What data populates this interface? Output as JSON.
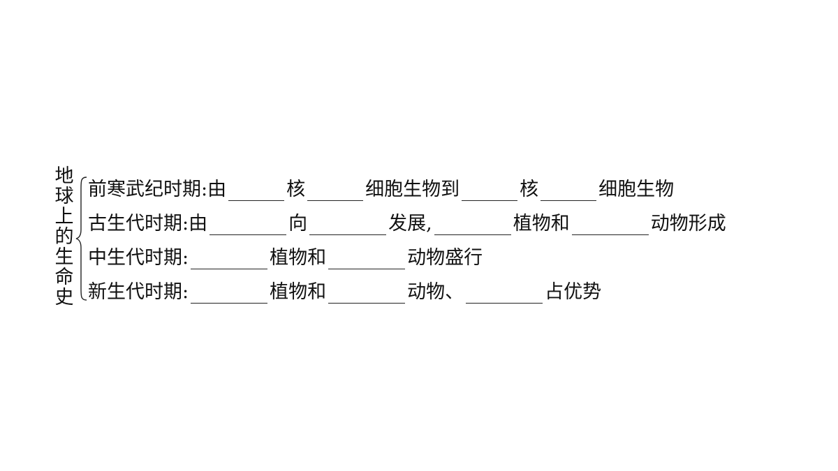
{
  "title_chars": [
    "地",
    "球",
    "上",
    "的",
    "生",
    "命",
    "史"
  ],
  "rows": [
    {
      "label": "前寒武纪时期:由",
      "seg1": "核",
      "seg2": "细胞生物到",
      "seg3": "核",
      "seg4": "细胞生物"
    },
    {
      "label": "古生代时期:由",
      "seg1": "向",
      "seg2": "发展,",
      "seg3": "植物和",
      "seg4": "动物形成"
    },
    {
      "label": "中生代时期:",
      "seg1": "植物和",
      "seg2": "动物盛行"
    },
    {
      "label": "新生代时期:",
      "seg1": "植物和",
      "seg2": "动物、",
      "seg3": "占优势"
    }
  ]
}
